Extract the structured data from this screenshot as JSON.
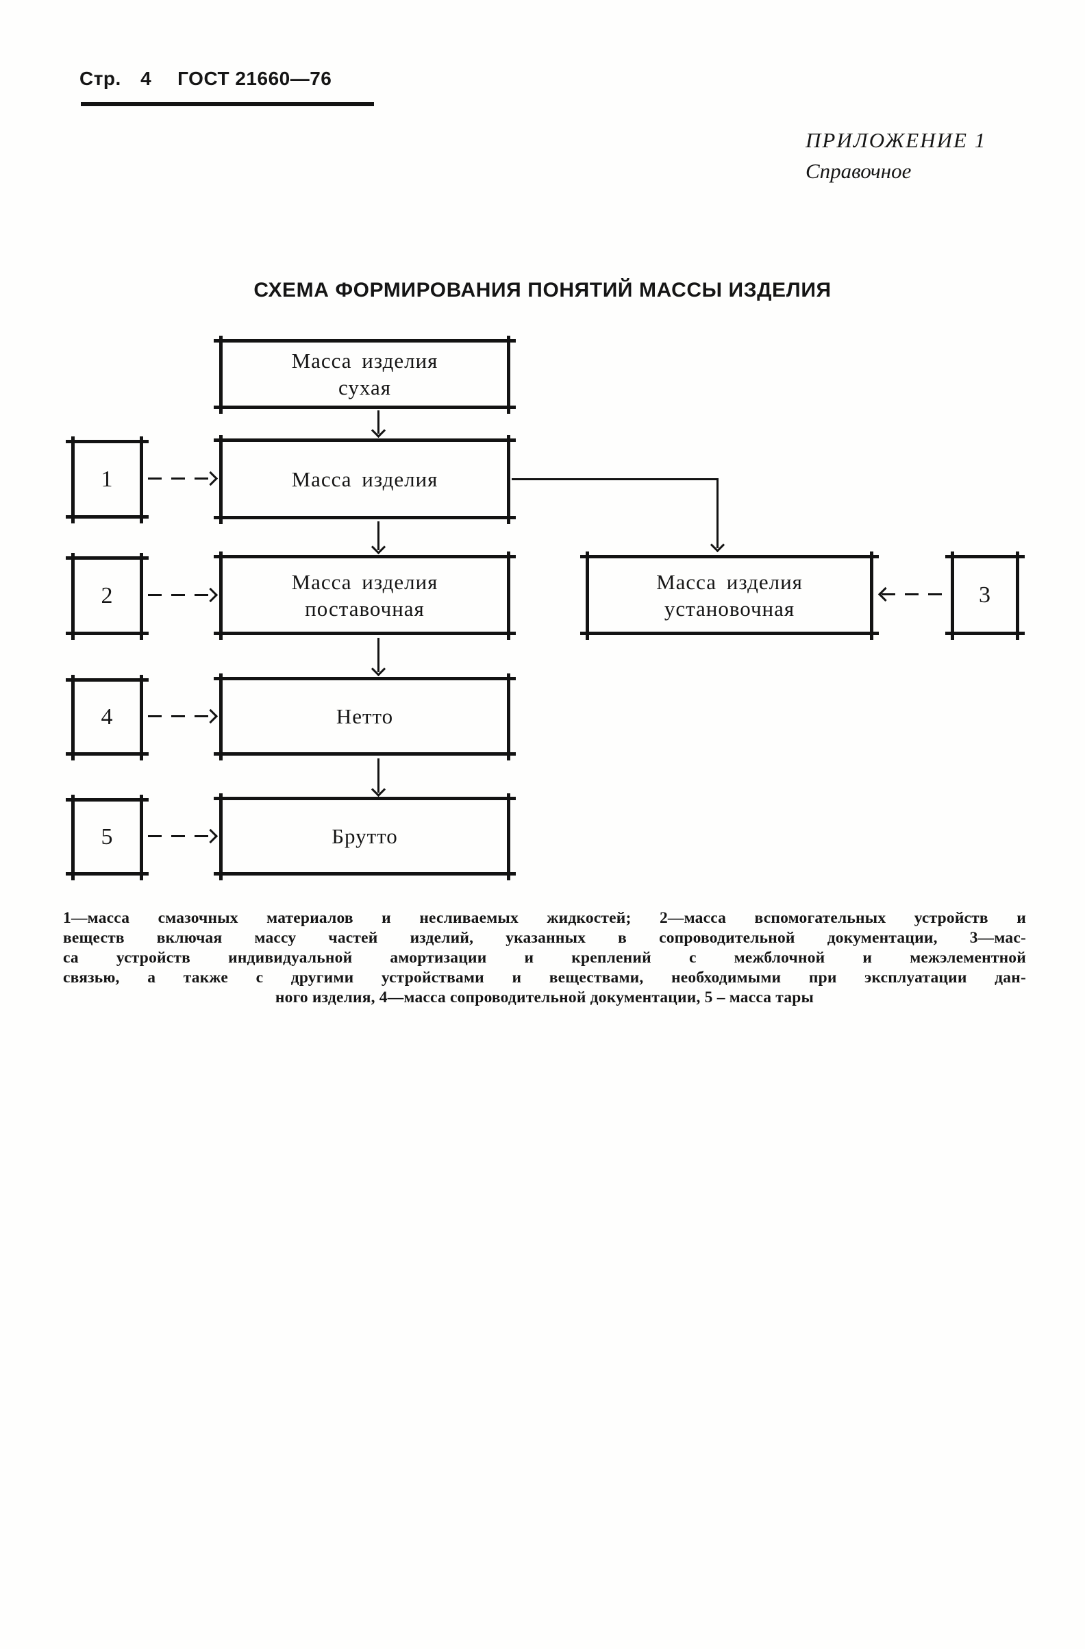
{
  "page_header": {
    "page_label": "Стр. 4",
    "doc_number": "ГОСТ 21660—76"
  },
  "appendix": {
    "line1": "ПРИЛОЖЕНИЕ 1",
    "line2": "Справочное"
  },
  "title": "СХЕМА ФОРМИРОВАНИЯ ПОНЯТИЙ МАССЫ ИЗДЕЛИЯ",
  "chart_data": {
    "type": "flowchart",
    "title": "СХЕМА ФОРМИРОВАНИЯ ПОНЯТИЙ МАССЫ ИЗДЕЛИЯ",
    "nodes": {
      "dry": {
        "line1": "Масса изделия",
        "line2": "сухая"
      },
      "product": {
        "line1": "Масса изделия",
        "line2": ""
      },
      "delivery": {
        "line1": "Масса изделия",
        "line2": "поставочная"
      },
      "install": {
        "line1": "Масса изделия",
        "line2": "установочная"
      },
      "net": {
        "line1": "Нетто",
        "line2": ""
      },
      "gross": {
        "line1": "Брутто",
        "line2": ""
      }
    },
    "refs": {
      "r1": "1",
      "r2": "2",
      "r3": "3",
      "r4": "4",
      "r5": "5"
    },
    "edges": [
      "Масса изделия сухая → Масса изделия",
      "Масса изделия → Масса изделия поставочная",
      "Масса изделия → Масса изделия установочная",
      "Масса изделия поставочная → Нетто",
      "Нетто → Брутто",
      "1 ⇢ Масса изделия (пунктир)",
      "2 ⇢ Масса изделия поставочная (пунктир)",
      "3 ⇢ Масса изделия установочная (пунктир)",
      "4 ⇢ Нетто (пунктир)",
      "5 ⇢ Брутто (пунктир)"
    ],
    "legend": [
      "1 — масса смазочных материалов и несливаемых жидкостей",
      "2 — масса вспомогательных устройств и веществ включая массу частей изделий, указанных в сопроводительной документации",
      "3 — масса устройств индивидуальной амортизации и креплений с межблочной и межэлементной связью, а также с другими устройствами и веществами, необходимыми при эксплуатации данного изделия",
      "4 — масса сопроводительной документации",
      "5 — масса тары"
    ]
  },
  "footnote": {
    "lines": [
      "1—масса смазочных материалов и несливаемых жидкостей; 2—масса вспомогательных устройств и",
      "веществ включая массу частей изделий, указанных в сопроводительной документации, 3—мас-",
      "са устройств индивидуальной амортизации и креплений с межблочной и межэлементной",
      "связью, а также с другими устройствами и веществами, необходимыми при эксплуатации дан-",
      "ного изделия, 4—масса сопроводительной документации, 5 – масса тары"
    ]
  }
}
